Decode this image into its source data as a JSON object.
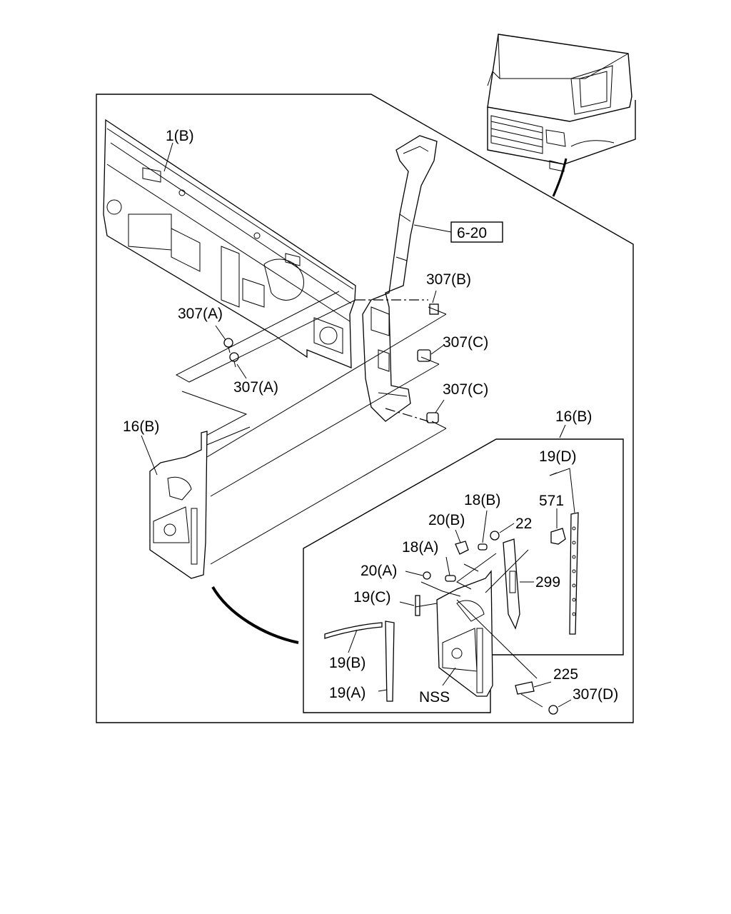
{
  "labels": {
    "l_1b": "1(B)",
    "l_6_20": "6-20",
    "l_307b": "307(B)",
    "l_307a_top": "307(A)",
    "l_307c_top": "307(C)",
    "l_307a_bot": "307(A)",
    "l_307c_bot": "307(C)",
    "l_16b_left": "16(B)",
    "l_16b_right": "16(B)",
    "l_19d": "19(D)",
    "l_571": "571",
    "l_18b": "18(B)",
    "l_20b": "20(B)",
    "l_22": "22",
    "l_18a": "18(A)",
    "l_20a": "20(A)",
    "l_299": "299",
    "l_19c": "19(C)",
    "l_19b": "19(B)",
    "l_19a": "19(A)",
    "l_nss": "NSS",
    "l_225": "225",
    "l_307d": "307(D)"
  }
}
